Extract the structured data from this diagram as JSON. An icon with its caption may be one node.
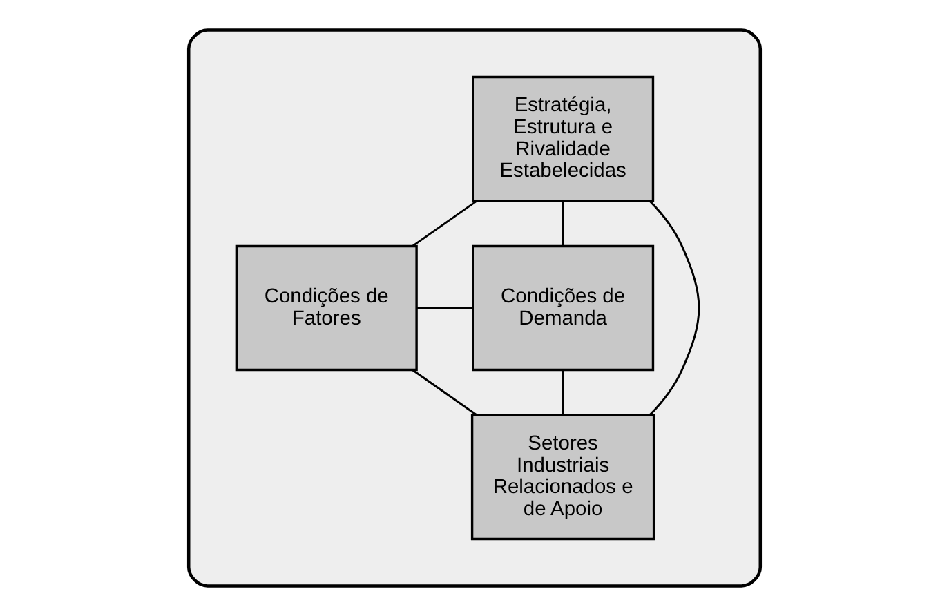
{
  "diagram": {
    "nodes": [
      {
        "text": [],
        "shape": "ellipse"
      },
      {
        "text": [
          "Estratégia, Estrutura e Rivalidade Estabelecidas"
        ],
        "in": 0
      },
      {
        "text": [
          "Condições de Fatores"
        ],
        "in": 0
      },
      {
        "text": [
          "Condições de Demanda"
        ],
        "in": 0
      },
      {
        "text": [
          "Setores Industriais Relacionados e de Apoio"
        ],
        "in": 0
      }
    ],
    "edges": [
      {
        "from": 1,
        "to": 2,
        "arrow": "none"
      },
      {
        "from": 1,
        "to": 3,
        "arrow": "none"
      },
      {
        "from": 2,
        "to": 4,
        "arrow": "none"
      },
      {
        "from": 3,
        "to": 4,
        "arrow": "none"
      },
      {
        "from": 1,
        "to": 4,
        "arrow": "none"
      },
      {
        "from": 2,
        "to": 3,
        "arrow": "none"
      }
    ]
  }
}
